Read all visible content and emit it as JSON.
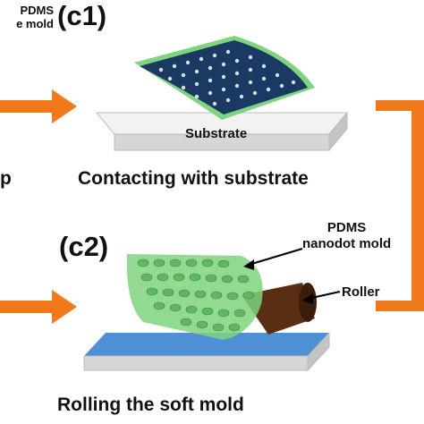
{
  "top_left_fragment": {
    "line1": "PDMS",
    "line2": "e mold"
  },
  "panel_c1": {
    "label": "(c1)",
    "substrate_label": "Substrate",
    "caption": "Contacting with substrate"
  },
  "panel_c2": {
    "label": "(c2)",
    "mold_label_line1": "PDMS",
    "mold_label_line2": "nanodot mold",
    "roller_label": "Roller",
    "caption": "Rolling the soft mold"
  },
  "left_fragment": {
    "text": "p"
  },
  "colors": {
    "arrow": "#f07a1a",
    "mold_green": "#7fd47f",
    "mold_dark": "#1b3a63",
    "substrate": "#e2e2e2",
    "roller": "#5a2e12",
    "substrate_blue": "#4f8fd6"
  }
}
